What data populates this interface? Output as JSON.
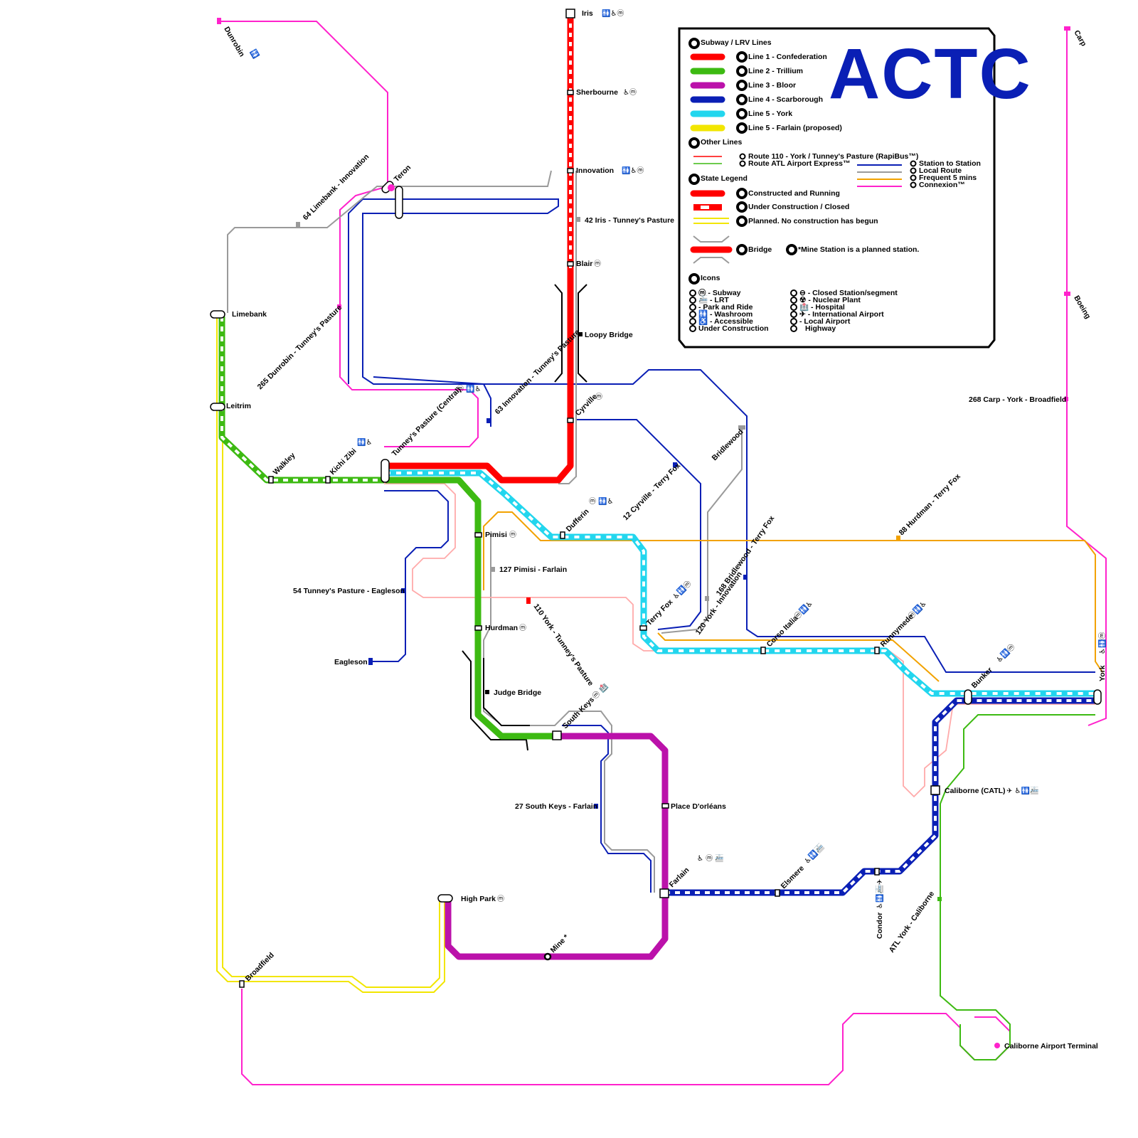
{
  "lines": [
    {
      "id": "line1",
      "name": "Line 1 - Confederation",
      "color": "#ff0000",
      "state": "running"
    },
    {
      "id": "line2",
      "name": "Line 2 - Trillium",
      "color": "#3dba12",
      "state": "running"
    },
    {
      "id": "line3",
      "name": "Line 3 - Bloor",
      "color": "#bb11aa",
      "state": "running"
    },
    {
      "id": "line4",
      "name": "Line 4 - Scarborough",
      "color": "#0a1fb5",
      "state": "under_construction"
    },
    {
      "id": "line5",
      "name": "Line 5 - York",
      "color": "#22d6ee",
      "state": "under_construction"
    },
    {
      "id": "line5p",
      "name": "Line 5 - Farlain (proposed)",
      "color": "#f2e600",
      "state": "planned"
    }
  ],
  "stations": {
    "iris": "Iris",
    "sherbourne": "Sherbourne",
    "innovation": "Innovation",
    "blair": "Blair",
    "loopy_bridge": "Loopy Bridge",
    "cyrville": "Cyrville",
    "teron": "Teron",
    "dunrobin": "Dunrobin",
    "limebank": "Limebank",
    "leitrim": "Leitrim",
    "walkley": "Walkley",
    "kichi_zibi": "Kichi Zibi",
    "tunneys": "Tunney's Pasture (Central)",
    "dufferin": "Dufferin",
    "pimisi": "Pimisi",
    "hurdman": "Hurdman",
    "judge_bridge": "Judge Bridge",
    "south_keys": "South Keys",
    "place_dorleans": "Place D'orléans",
    "farlain": "Farlain",
    "high_park": "High Park",
    "mine": "Mine *",
    "broadfield": "Broadfield",
    "eagleson": "Eagleson",
    "terry_fox": "Terry Fox",
    "bridlewood": "Bridlewood",
    "corso_italia": "Corso Italia",
    "runnymede": "Runnymede",
    "bunker": "Bunker",
    "york": "York",
    "caliborne": "Caliborne (CATL)",
    "elsmere": "Elsmere",
    "condor": "Condor",
    "carp": "Carp",
    "boeing": "Boeing",
    "caliborne_airport": "Caliborne Airport Terminal"
  },
  "routes": {
    "r64": "64 Limebank - Innovation",
    "r42": "42 Iris - Tunney's Pasture",
    "r265": "265 Dunrobin - Tunney's Pasture",
    "r63": "63 Innovation - Tunney's Pasture",
    "r12": "12 Cyrville - Terry Fox",
    "r88": "88 Hurdman - Terry Fox",
    "r127": "127 Pimisi - Farlain",
    "r54": "54 Tunney's Pasture - Eagleson",
    "r110": "110 York - Tunney's Pasture",
    "r168": "168 Bridlewood - Terry Fox",
    "r120": "120 York - Innovation",
    "r27": "27 South Keys - Farlain",
    "r268": "268 Carp - York - Broadfield",
    "ratl": "ATL York - Caliborne"
  },
  "icons": {
    "iris": "🚻♿ⓜ",
    "dunrobin": "🚻",
    "sherbourne": "♿ⓜ",
    "innovation": "🚻♿ⓜ",
    "blair": "ⓜ",
    "cyrville": "ⓜ",
    "kichi_zibi": "🚻♿",
    "tunneys": "ⓜ 🚻♿",
    "dufferin": "ⓜ 🚻♿",
    "pimisi": "ⓜ",
    "hurdman": "ⓜ",
    "south_keys": "ⓜ 🏥",
    "farlain": "♿ ⓜ 🚈",
    "high_park": "ⓜ",
    "terry_fox": "♿🚻ⓜ",
    "corso_italia": "ⓜ🚻♿",
    "runnymede": "ⓜ🚻♿",
    "bunker": "♿🚻ⓜ",
    "york": "♿🚻ⓜ",
    "caliborne": "✈ ♿🚻🚈",
    "elsmere": "♿🚻🚈",
    "condor": "♿🚻🚈✈"
  },
  "legend": {
    "brand": "ACTC",
    "h_subway": "Subway / LRV Lines",
    "h_other": "Other Lines",
    "h_state": "State Legend",
    "h_icons": "Icons",
    "route110": "Route 110 - York / Tunney's Pasture (RapiBus™)",
    "routeatl": "Route ATL Airport Express™",
    "station_to_station": "Station to Station",
    "local_route": "Local Route",
    "frequent": "Frequent 5 mins",
    "connexion": "Connexion™",
    "running": "Constructed and Running",
    "under_construction": "Under Construction / Closed",
    "planned": "Planned. No construction has begun",
    "bridge": "Bridge",
    "mine_note": "*Mine Station is a planned station.",
    "icon_subway": "ⓜ - Subway",
    "icon_lrt": "🚈 - LRT",
    "icon_park": "   - Park and Ride",
    "icon_washroom": "🚻 - Washroom",
    "icon_accessible": "♿ - Accessible",
    "icon_uc": "   Under Construction",
    "icon_closed": "⊖ - Closed Station/segment",
    "icon_nuclear": "☢ - Nuclear Plant",
    "icon_hospital": "🏥 - Hospital",
    "icon_intl": "✈ - International Airport",
    "icon_local_airport": "   - Local Airport",
    "icon_highway": "Highway"
  },
  "colors": {
    "local": "#0a1fb5",
    "local_gray": "#9a9a9a",
    "frequent": "#f2a200",
    "connexion": "#ff22cc",
    "rapibus": "#ff0000",
    "express": "#3dba12",
    "pink_light": "#ffaaaa",
    "bridge": "#000000"
  }
}
